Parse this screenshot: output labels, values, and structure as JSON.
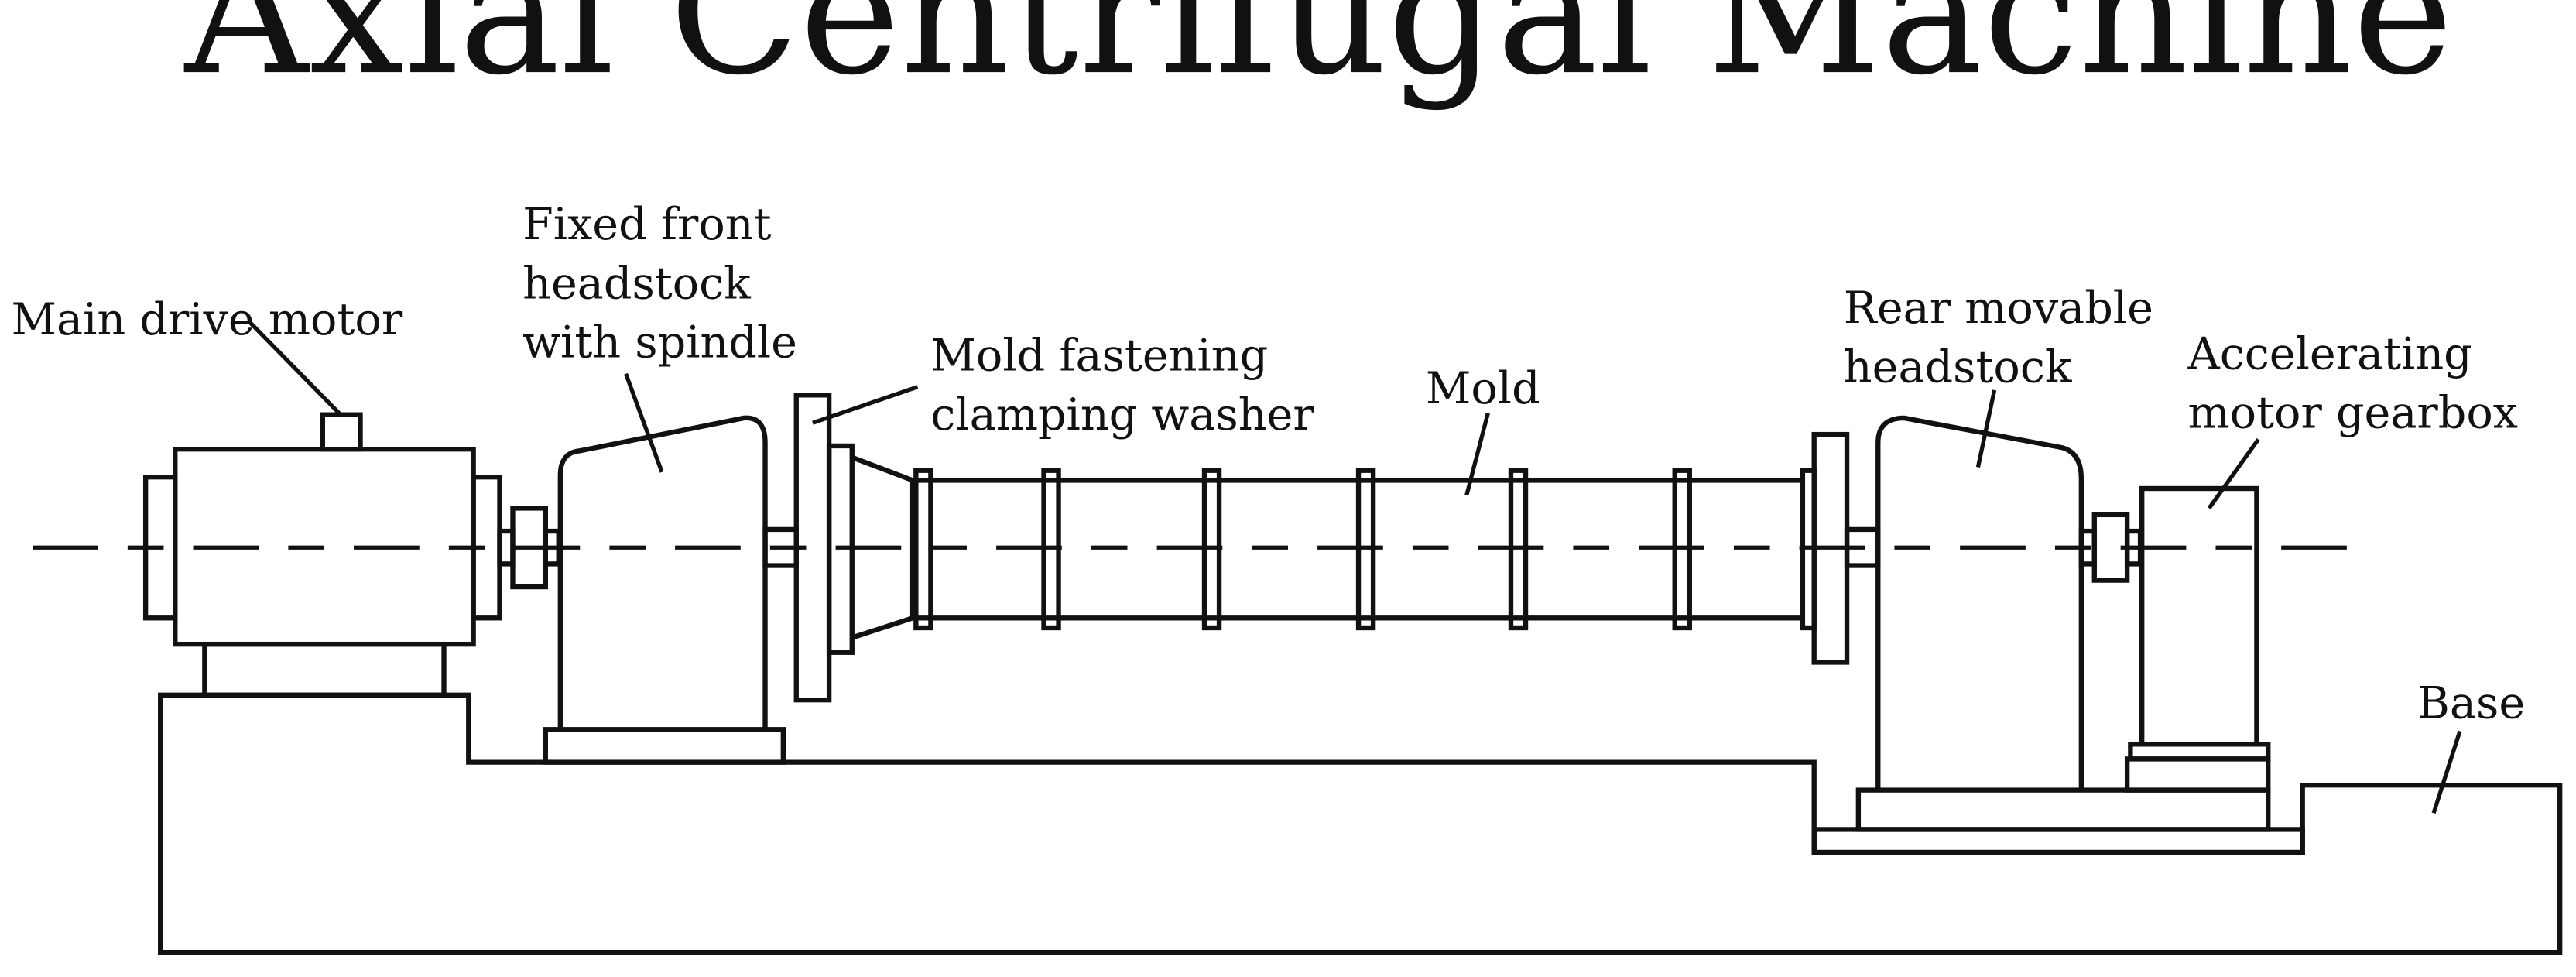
{
  "title": "Axial Centrifugal Machine",
  "labels": {
    "main_drive_motor": "Main drive motor",
    "fixed_front_headstock": [
      "Fixed front",
      "headstock",
      "with spindle"
    ],
    "mold_fastening_washer": [
      "Mold fastening",
      "clamping washer"
    ],
    "mold": "Mold",
    "rear_movable_headstock": [
      "Rear movable",
      "headstock"
    ],
    "accelerating_motor_gearbox": [
      "Accelerating",
      "motor gearbox"
    ],
    "base": "Base"
  },
  "colors": {
    "line": "#111111",
    "background": "#ffffff"
  }
}
